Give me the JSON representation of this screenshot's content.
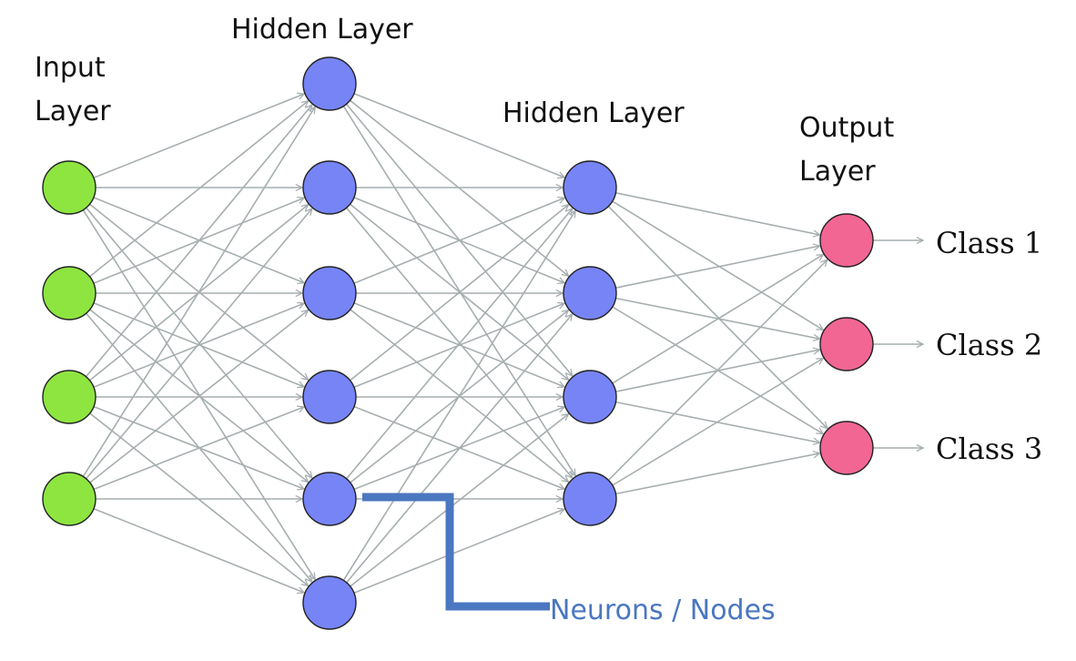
{
  "layers": [
    {
      "title_lines": [
        "Input",
        "Layer"
      ],
      "node_count": 4,
      "color": "#8ee540"
    },
    {
      "title_lines": [
        "Hidden Layer"
      ],
      "node_count": 6,
      "color": "#7784f6"
    },
    {
      "title_lines": [
        "Hidden Layer"
      ],
      "node_count": 4,
      "color": "#7784f6"
    },
    {
      "title_lines": [
        "Output",
        "Layer"
      ],
      "node_count": 3,
      "color": "#f26693"
    }
  ],
  "outputs": [
    "Class 1",
    "Class 2",
    "Class 3"
  ],
  "annotation": {
    "label": "Neurons / Nodes",
    "color": "#4a77c0"
  },
  "edge_color": "#a6aeb0"
}
